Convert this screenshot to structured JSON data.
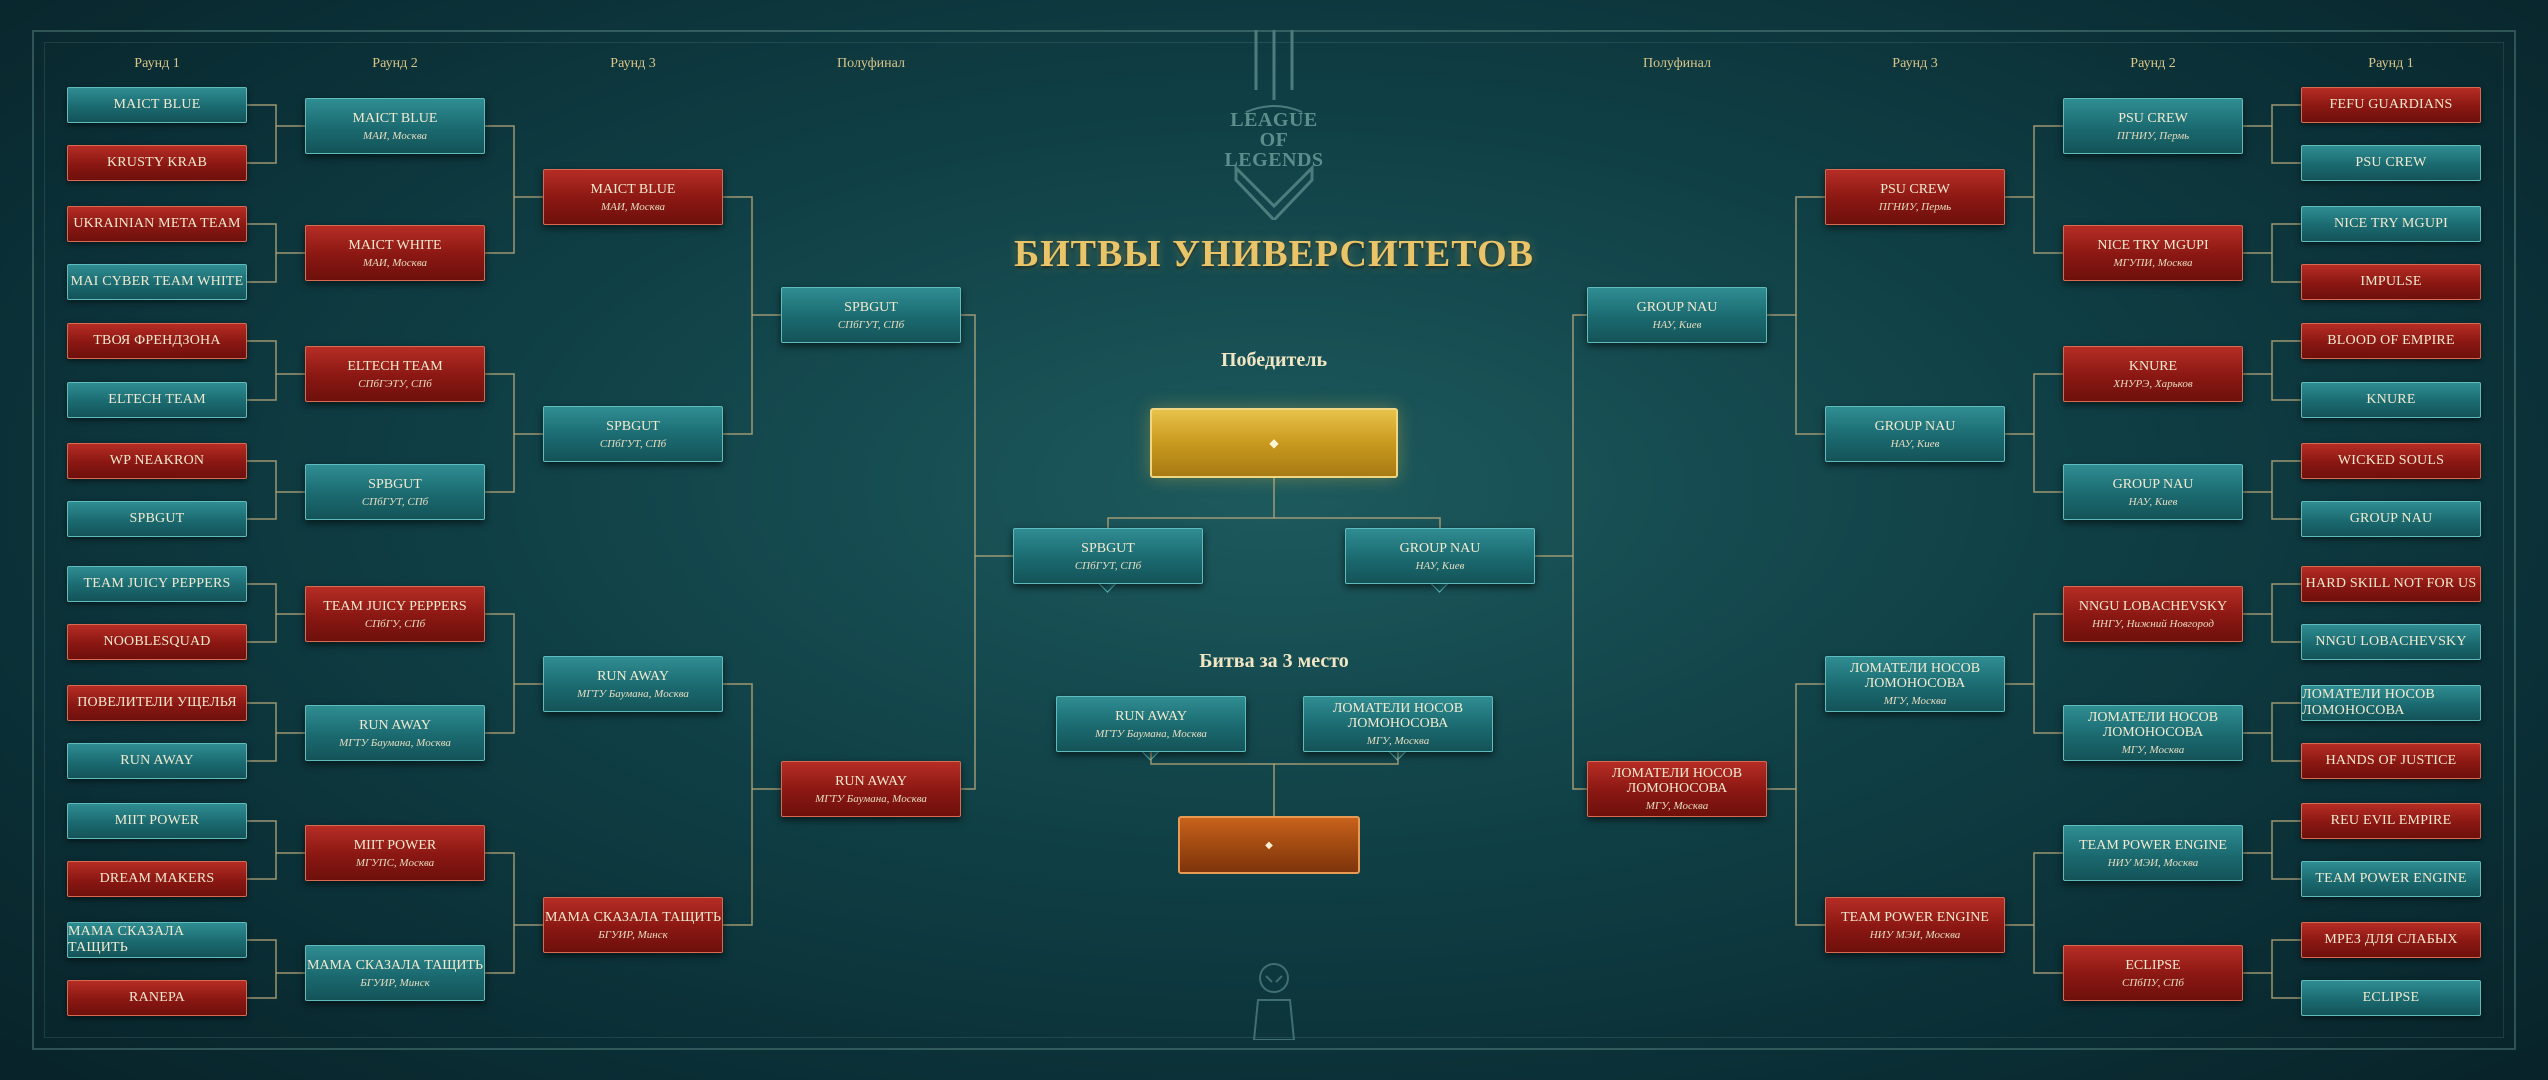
{
  "title": "БИТВЫ УНИВЕРСИТЕТОВ",
  "game_logo": "LEAGUE OF LEGENDS",
  "winner_label": "Победитель",
  "third_label": "Битва за 3 место",
  "diamond": "◆",
  "rounds": {
    "r1": "Раунд 1",
    "r2": "Раунд 2",
    "r3": "Раунд 3",
    "sf": "Полуфинал"
  },
  "left": {
    "r1": [
      {
        "name": "MAICT BLUE",
        "color": "teal"
      },
      {
        "name": "KRUSTY KRAB",
        "color": "red"
      },
      {
        "name": "UKRAINIAN META TEAM",
        "color": "red"
      },
      {
        "name": "MAI CYBER TEAM WHITE",
        "color": "teal"
      },
      {
        "name": "ТВОЯ ФРЕНДЗОНА",
        "color": "red"
      },
      {
        "name": "ELTECH TEAM",
        "color": "teal"
      },
      {
        "name": "WP NEAKRON",
        "color": "red"
      },
      {
        "name": "SPBGUT",
        "color": "teal"
      },
      {
        "name": "TEAM JUICY PEPPERS",
        "color": "teal"
      },
      {
        "name": "NOOBLESQUAD",
        "color": "red"
      },
      {
        "name": "ПОВЕЛИТЕЛИ УЩЕЛЬЯ",
        "color": "red"
      },
      {
        "name": "RUN AWAY",
        "color": "teal"
      },
      {
        "name": "MIIT POWER",
        "color": "teal"
      },
      {
        "name": "DREAM MAKERS",
        "color": "red"
      },
      {
        "name": "МАМА СКАЗАЛА ТАЩИТЬ",
        "color": "teal"
      },
      {
        "name": "RANEPA",
        "color": "red"
      }
    ],
    "r2": [
      {
        "name": "MAICT BLUE",
        "uni": "МАИ, Москва",
        "color": "teal"
      },
      {
        "name": "MAICT WHITE",
        "uni": "МАИ, Москва",
        "color": "red"
      },
      {
        "name": "ELTECH TEAM",
        "uni": "СПбГЭТУ, СПб",
        "color": "red"
      },
      {
        "name": "SPBGUT",
        "uni": "СПбГУТ, СПб",
        "color": "teal"
      },
      {
        "name": "TEAM JUICY PEPPERS",
        "uni": "СПбГУ, СПб",
        "color": "red"
      },
      {
        "name": "RUN AWAY",
        "uni": "МГТУ Баумана, Москва",
        "color": "teal"
      },
      {
        "name": "MIIT POWER",
        "uni": "МГУПС, Москва",
        "color": "red"
      },
      {
        "name": "МАМА СКАЗАЛА ТАЩИТЬ",
        "uni": "БГУИР, Минск",
        "color": "teal"
      }
    ],
    "r3": [
      {
        "name": "MAICT BLUE",
        "uni": "МАИ, Москва",
        "color": "red"
      },
      {
        "name": "SPBGUT",
        "uni": "СПбГУТ, СПб",
        "color": "teal"
      },
      {
        "name": "RUN AWAY",
        "uni": "МГТУ Баумана, Москва",
        "color": "teal"
      },
      {
        "name": "МАМА СКАЗАЛА ТАЩИТЬ",
        "uni": "БГУИР, Минск",
        "color": "red"
      }
    ],
    "sf": [
      {
        "name": "SPBGUT",
        "uni": "СПбГУТ, СПб",
        "color": "teal"
      },
      {
        "name": "RUN AWAY",
        "uni": "МГТУ Баумана, Москва",
        "color": "red"
      }
    ]
  },
  "right": {
    "r1": [
      {
        "name": "FEFU GUARDIANS",
        "color": "red"
      },
      {
        "name": "PSU CREW",
        "color": "teal"
      },
      {
        "name": "NICE TRY MGUPI",
        "color": "teal"
      },
      {
        "name": "IMPULSE",
        "color": "red"
      },
      {
        "name": "BLOOD OF EMPIRE",
        "color": "red"
      },
      {
        "name": "KNURE",
        "color": "teal"
      },
      {
        "name": "WICKED SOULS",
        "color": "red"
      },
      {
        "name": "GROUP NAU",
        "color": "teal"
      },
      {
        "name": "HARD SKILL NOT FOR US",
        "color": "red"
      },
      {
        "name": "NNGU LOBACHEVSKY",
        "color": "teal"
      },
      {
        "name": "ЛОМАТЕЛИ НОСОВ ЛОМОНОСОВА",
        "color": "teal"
      },
      {
        "name": "HANDS OF JUSTICE",
        "color": "red"
      },
      {
        "name": "REU EVIL EMPIRE",
        "color": "red"
      },
      {
        "name": "TEAM POWER ENGINE",
        "color": "teal"
      },
      {
        "name": "МРЕЗ ДЛЯ СЛАБЫХ",
        "color": "red"
      },
      {
        "name": "ECLIPSE",
        "color": "teal"
      }
    ],
    "r2": [
      {
        "name": "PSU CREW",
        "uni": "ПГНИУ, Пермь",
        "color": "teal"
      },
      {
        "name": "NICE TRY MGUPI",
        "uni": "МГУПИ, Москва",
        "color": "red"
      },
      {
        "name": "KNURE",
        "uni": "ХНУРЭ, Харьков",
        "color": "red"
      },
      {
        "name": "GROUP NAU",
        "uni": "НАУ, Киев",
        "color": "teal"
      },
      {
        "name": "NNGU LOBACHEVSKY",
        "uni": "ННГУ, Нижний Новгород",
        "color": "red"
      },
      {
        "name": "ЛОМАТЕЛИ НОСОВ ЛОМОНОСОВА",
        "uni": "МГУ, Москва",
        "color": "teal"
      },
      {
        "name": "TEAM POWER ENGINE",
        "uni": "НИУ МЭИ, Москва",
        "color": "teal"
      },
      {
        "name": "ECLIPSE",
        "uni": "СПбПУ, СПб",
        "color": "red"
      }
    ],
    "r3": [
      {
        "name": "PSU CREW",
        "uni": "ПГНИУ, Пермь",
        "color": "red"
      },
      {
        "name": "GROUP NAU",
        "uni": "НАУ, Киев",
        "color": "teal"
      },
      {
        "name": "ЛОМАТЕЛИ НОСОВ ЛОМОНОСОВА",
        "uni": "МГУ, Москва",
        "color": "teal"
      },
      {
        "name": "TEAM POWER ENGINE",
        "uni": "НИУ МЭИ, Москва",
        "color": "red"
      }
    ],
    "sf": [
      {
        "name": "GROUP NAU",
        "uni": "НАУ, Киев",
        "color": "teal"
      },
      {
        "name": "ЛОМАТЕЛИ НОСОВ ЛОМОНОСОВА",
        "uni": "МГУ, Москва",
        "color": "red"
      }
    ]
  },
  "final": [
    {
      "name": "SPBGUT",
      "uni": "СПбГУТ, СПб",
      "color": "teal"
    },
    {
      "name": "GROUP NAU",
      "uni": "НАУ, Киев",
      "color": "teal"
    }
  ],
  "third_place": [
    {
      "name": "RUN AWAY",
      "uni": "МГТУ Баумана, Москва",
      "color": "teal"
    },
    {
      "name": "ЛОМАТЕЛИ НОСОВ ЛОМОНОСОВА",
      "uni": "МГУ, Москва",
      "color": "teal"
    }
  ],
  "colors": {
    "teal": "#1a6a70",
    "red": "#8a1712",
    "gold": "#e9c468",
    "line": "#b6a77a"
  }
}
